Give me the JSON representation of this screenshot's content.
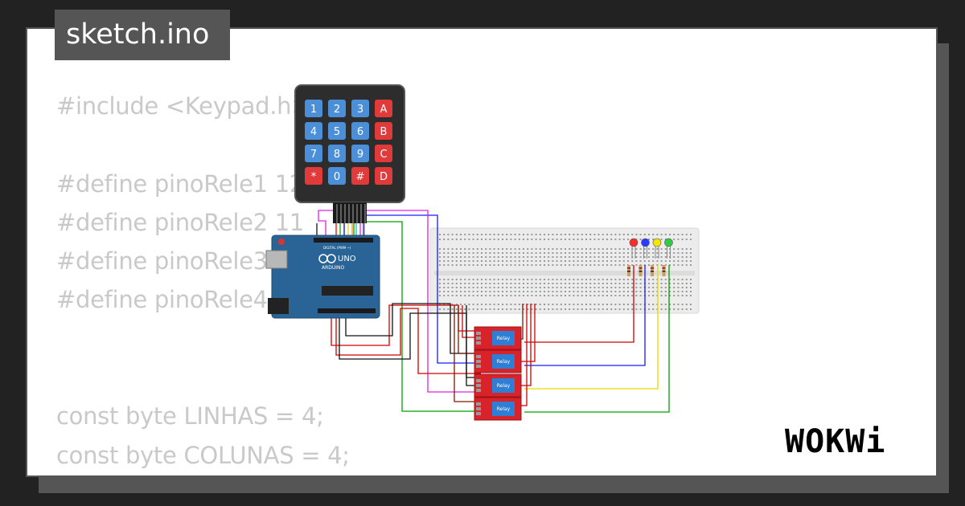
{
  "file_tab": {
    "title": "sketch.ino"
  },
  "code_lines": [
    "#include <Keypad.h>",
    "",
    "#define pinoRele1 12",
    "#define pinoRele2 11",
    "#define pinoRele3 10",
    "#define pinoRele4 9",
    "",
    "",
    "const byte LINHAS = 4;",
    "const byte COLUNAS = 4;"
  ],
  "keypad": {
    "keys": [
      "1",
      "2",
      "3",
      "A",
      "4",
      "5",
      "6",
      "B",
      "7",
      "8",
      "9",
      "C",
      "*",
      "0",
      "#",
      "D"
    ]
  },
  "arduino": {
    "model": "UNO",
    "brand": "ARDUINO",
    "digital_label": "DIGITAL (PWM ~)"
  },
  "relays": {
    "label": "Relay"
  },
  "leds": {
    "colors": [
      "#ff2a2a",
      "#2a3cff",
      "#f2e600",
      "#2ecc40"
    ]
  },
  "brand": {
    "logo": "WOKWi"
  }
}
